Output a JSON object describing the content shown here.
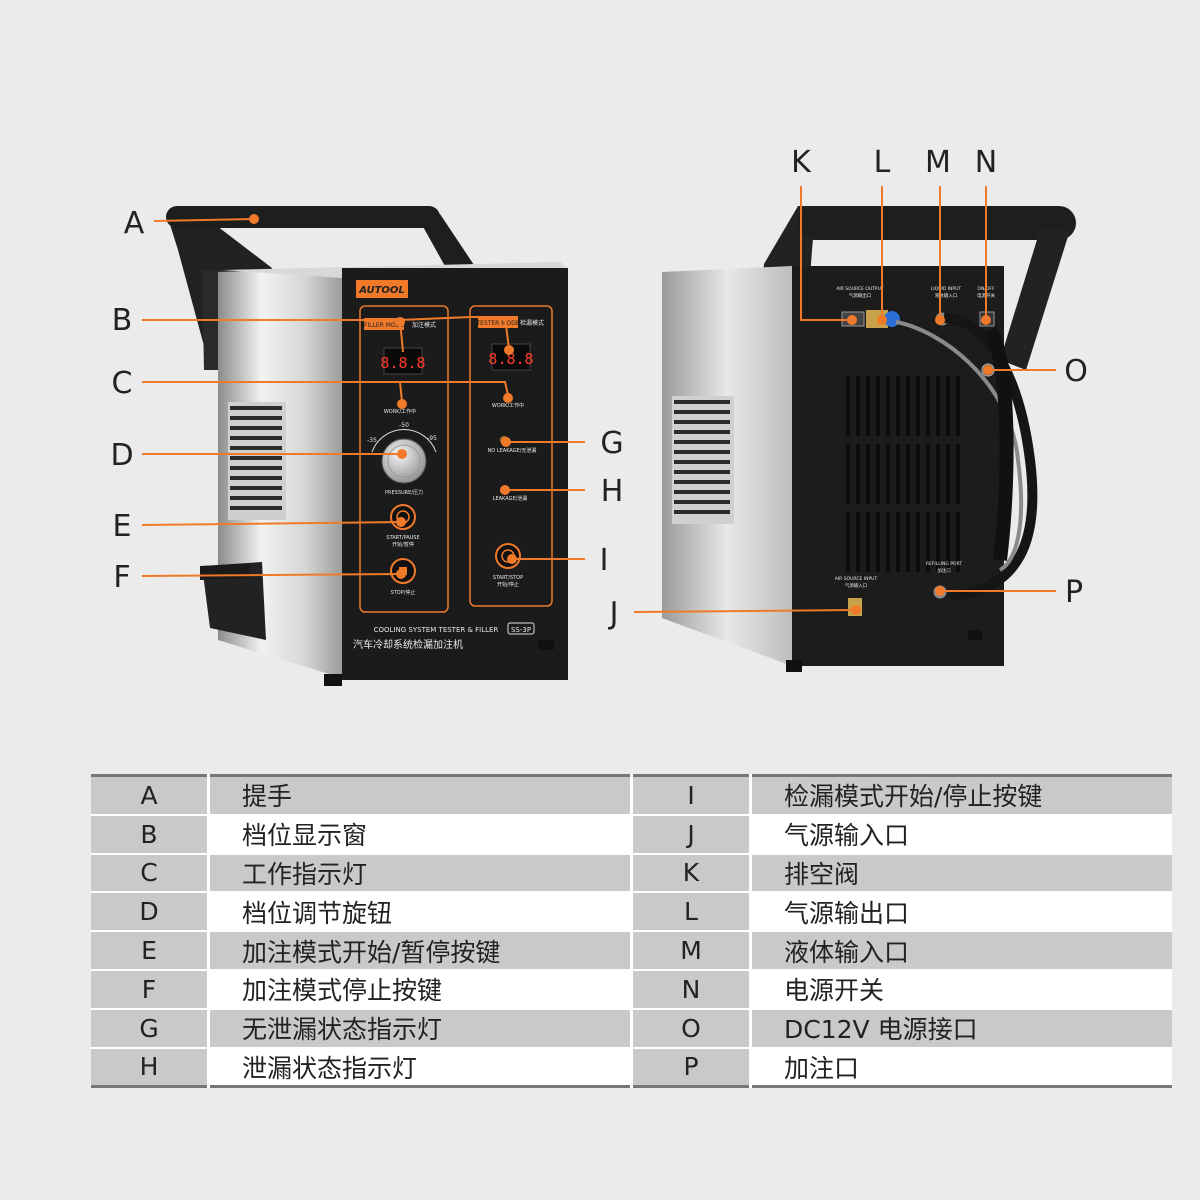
{
  "panel": {
    "brand": "AUTOOL",
    "filler_mode": "FILLER MODE",
    "filler_mode_cn": "加注模式",
    "tester_mode": "TESTER MODE",
    "tester_mode_cn": "检漏模式",
    "display_digits": "8.8.8",
    "work_label": "WORK/工作中",
    "pressure_label": "PRESSURE/压力",
    "start_pause_label": "START/PAUSE",
    "start_pause_cn": "开始/暂停",
    "stop_label": "STOP/停止",
    "no_leakage_label": "NO LEAKAGE/无泄漏",
    "leakage_label": "LEAKAGE/泄漏",
    "start_stop_label": "START/STOP",
    "start_stop_cn": "开始/停止",
    "product_name_en": "COOLING SYSTEM TESTER & FILLER",
    "model": "SS-3P",
    "product_name_cn": "汽车冷却系统检漏加注机",
    "dial_left": "-35",
    "dial_mid": "-50",
    "dial_right": "-95"
  },
  "rear": {
    "air_source_output": "AIR SOURCE OUTPUT",
    "air_source_output_cn": "气源输出口",
    "liquid_input": "LIQUID INPUT",
    "liquid_input_cn": "液体输入口",
    "on_off": "ON/OFF",
    "on_off_cn": "电源开关",
    "air_source_input": "AIR SOURCE INPUT",
    "air_source_input_cn": "气源输入口",
    "refilling_port": "REFILLING PORT",
    "refilling_port_cn": "加注口"
  },
  "callouts": {
    "A": "A",
    "B": "B",
    "C": "C",
    "D": "D",
    "E": "E",
    "F": "F",
    "G": "G",
    "H": "H",
    "I": "I",
    "J": "J",
    "K": "K",
    "L": "L",
    "M": "M",
    "N": "N",
    "O": "O",
    "P": "P"
  },
  "legend": [
    {
      "left_key": "A",
      "left_label": "提手",
      "right_key": "I",
      "right_label": "检漏模式开始/停止按键"
    },
    {
      "left_key": "B",
      "left_label": "档位显示窗",
      "right_key": "J",
      "right_label": "气源输入口"
    },
    {
      "left_key": "C",
      "left_label": "工作指示灯",
      "right_key": "K",
      "right_label": "排空阀"
    },
    {
      "left_key": "D",
      "left_label": "档位调节旋钮",
      "right_key": "L",
      "right_label": "气源输出口"
    },
    {
      "left_key": "E",
      "left_label": "加注模式开始/暂停按键",
      "right_key": "M",
      "right_label": "液体输入口"
    },
    {
      "left_key": "F",
      "left_label": "加注模式停止按键",
      "right_key": "N",
      "right_label": "电源开关"
    },
    {
      "left_key": "G",
      "left_label": "无泄漏状态指示灯",
      "right_key": "O",
      "right_label": "DC12V 电源接口"
    },
    {
      "left_key": "H",
      "left_label": "泄漏状态指示灯",
      "right_key": "P",
      "right_label": "加注口"
    }
  ],
  "colors": {
    "accent_orange": "#f07a2a",
    "panel_black": "#1a1a1a",
    "frame_gray": "#c9c9c9"
  }
}
